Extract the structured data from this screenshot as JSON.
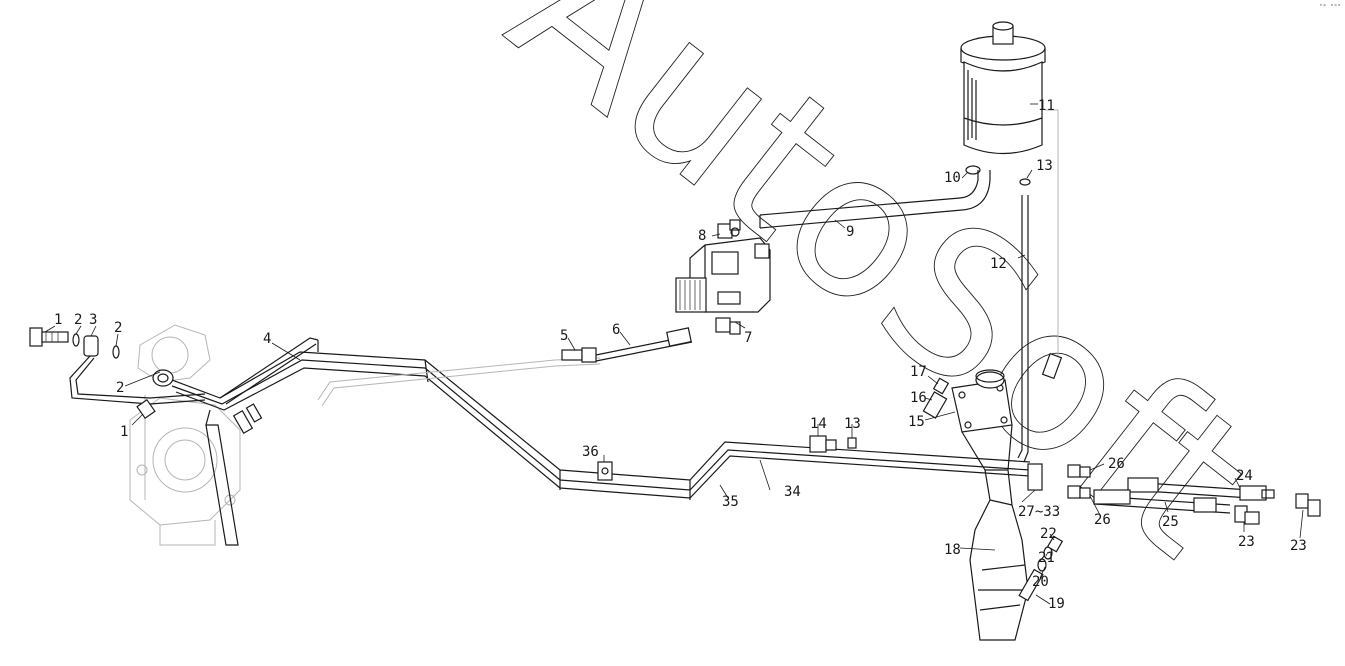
{
  "watermark": "AutoSoft",
  "corner_mark": "ⁿᵖ ᵒᵒᵒ",
  "callouts": [
    {
      "id": "c1a",
      "text": "1"
    },
    {
      "id": "c2a",
      "text": "2"
    },
    {
      "id": "c3",
      "text": "3"
    },
    {
      "id": "c2b",
      "text": "2"
    },
    {
      "id": "c2c",
      "text": "2"
    },
    {
      "id": "c1b",
      "text": "1"
    },
    {
      "id": "c4",
      "text": "4"
    },
    {
      "id": "c5",
      "text": "5"
    },
    {
      "id": "c6",
      "text": "6"
    },
    {
      "id": "c7",
      "text": "7"
    },
    {
      "id": "c8",
      "text": "8"
    },
    {
      "id": "c9",
      "text": "9"
    },
    {
      "id": "c10",
      "text": "10"
    },
    {
      "id": "c11",
      "text": "11"
    },
    {
      "id": "c12",
      "text": "12"
    },
    {
      "id": "c13a",
      "text": "13"
    },
    {
      "id": "c13b",
      "text": "13"
    },
    {
      "id": "c14",
      "text": "14"
    },
    {
      "id": "c15",
      "text": "15"
    },
    {
      "id": "c16",
      "text": "16"
    },
    {
      "id": "c17",
      "text": "17"
    },
    {
      "id": "c18",
      "text": "18"
    },
    {
      "id": "c19",
      "text": "19"
    },
    {
      "id": "c20",
      "text": "20"
    },
    {
      "id": "c21",
      "text": "21"
    },
    {
      "id": "c22",
      "text": "22"
    },
    {
      "id": "c23a",
      "text": "23"
    },
    {
      "id": "c23b",
      "text": "23"
    },
    {
      "id": "c24",
      "text": "24"
    },
    {
      "id": "c25",
      "text": "25"
    },
    {
      "id": "c26a",
      "text": "26"
    },
    {
      "id": "c26b",
      "text": "26"
    },
    {
      "id": "c27",
      "text": "27~33"
    },
    {
      "id": "c34",
      "text": "34"
    },
    {
      "id": "c35",
      "text": "35"
    },
    {
      "id": "c36",
      "text": "36"
    }
  ]
}
